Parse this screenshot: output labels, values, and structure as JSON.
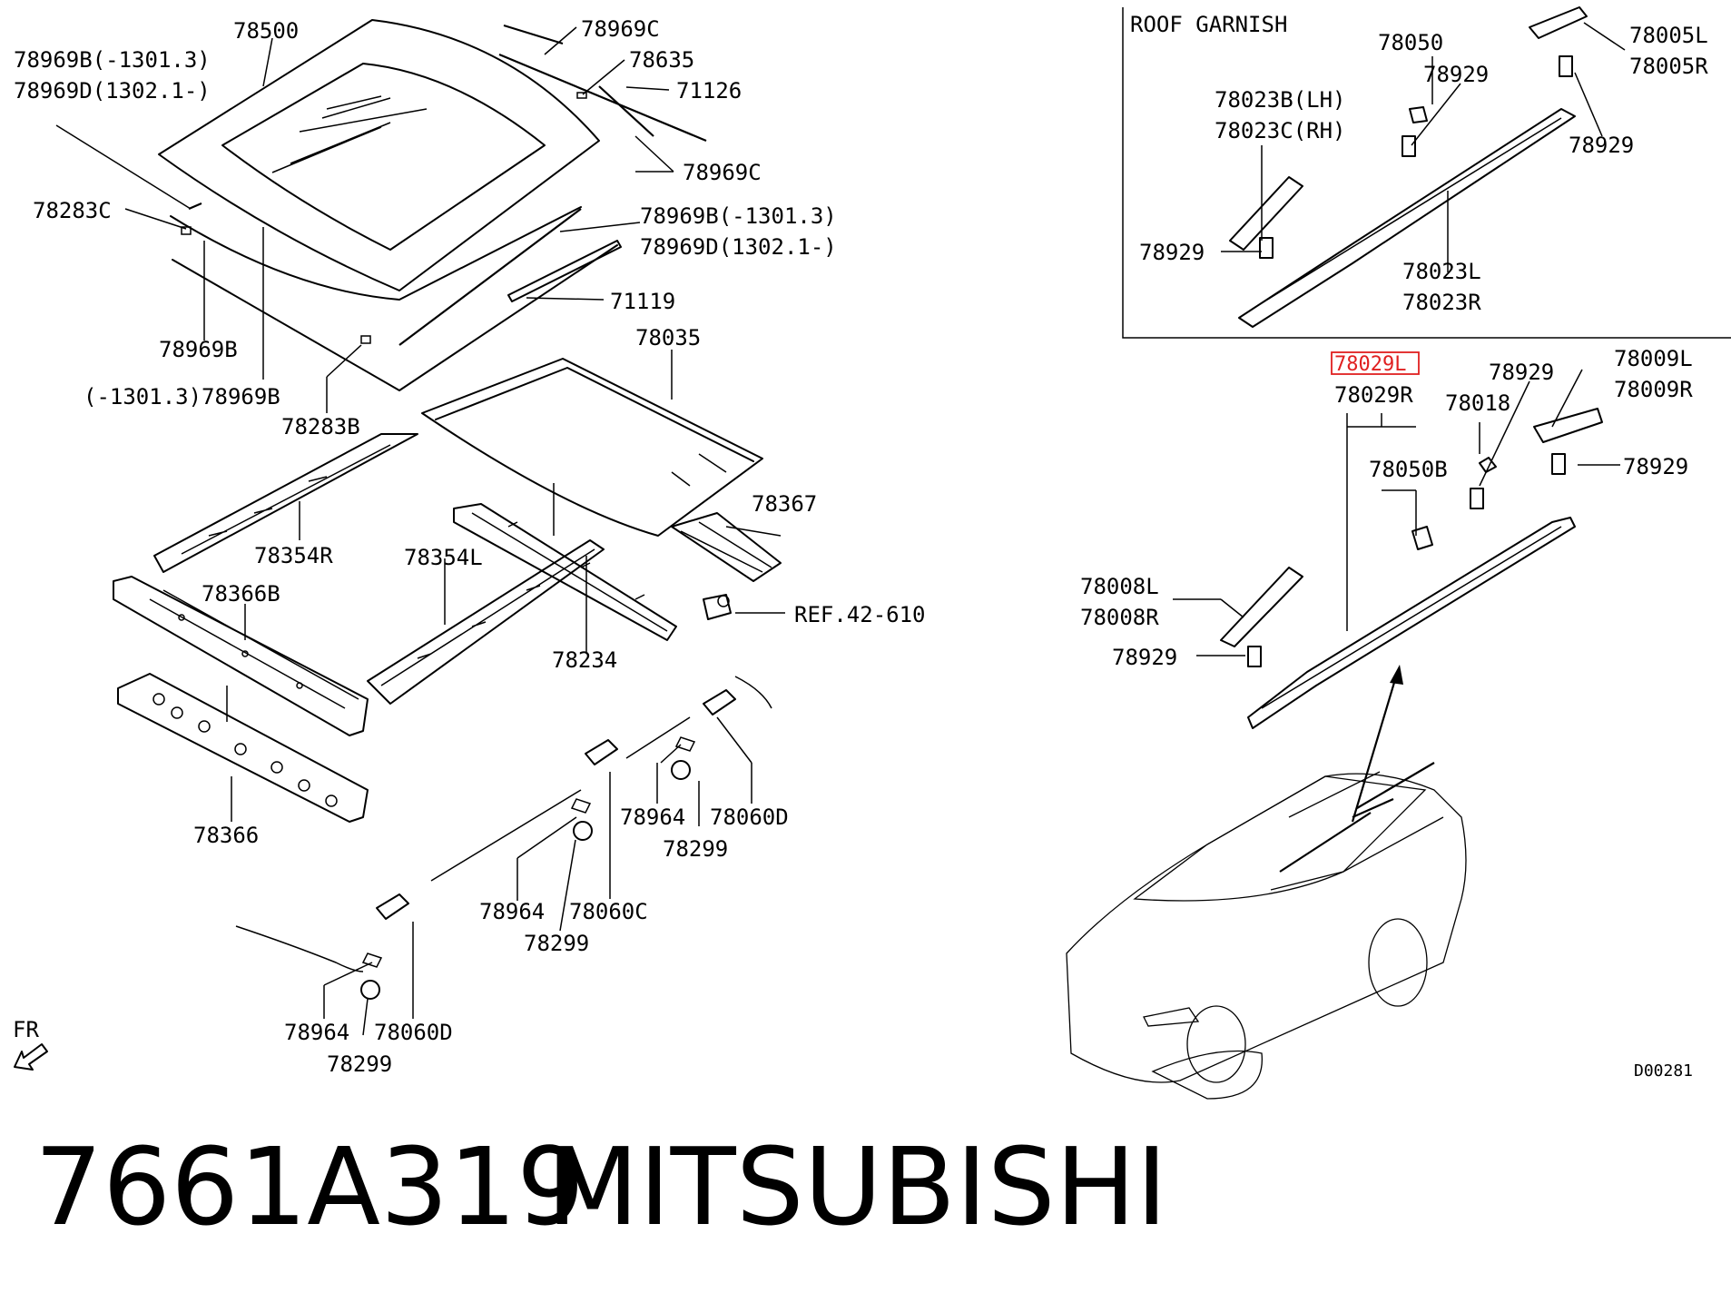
{
  "diagram": {
    "inset_title": "ROOF GARNISH",
    "drawing_code": "D00281",
    "direction_label": "FR",
    "highlight_color": "#e02020",
    "callouts": {
      "c78500": "78500",
      "c78969c_top": "78969C",
      "c78635": "78635",
      "c71126": "71126",
      "c78969c_mid": "78969C",
      "c78969b_a": "78969B(-1301.3)",
      "c78969d_a": "78969D(1302.1-)",
      "c78283c": "78283C",
      "c78969b_b": "78969B(-1301.3)",
      "c78969d_b": "78969D(1302.1-)",
      "c71119": "71119",
      "c78969b_c": "78969B",
      "c1301_78969b": "(-1301.3)78969B",
      "c78283b": "78283B",
      "c78035": "78035",
      "c78354r": "78354R",
      "c78367": "78367",
      "c78366b": "78366B",
      "c78354l": "78354L",
      "c78234": "78234",
      "cref": "REF.42-610",
      "c78366": "78366",
      "c78964_a": "78964",
      "c78060d_a": "78060D",
      "c78299_a": "78299",
      "c78964_b": "78964",
      "c78060c": "78060C",
      "c78299_b": "78299",
      "c78964_c": "78964",
      "c78060d_b": "78060D",
      "c78299_c": "78299",
      "c78050": "78050",
      "c78005l": "78005L",
      "c78005r": "78005R",
      "c78929_g1": "78929",
      "c78023b": "78023B(LH)",
      "c78023c": "78023C(RH)",
      "c78929_g2": "78929",
      "c78929_g3": "78929",
      "c78023l": "78023L",
      "c78023r": "78023R",
      "c78029l": "78029L",
      "c78029r": "78029R",
      "c78929_r1": "78929",
      "c78009l": "78009L",
      "c78009r": "78009R",
      "c78018": "78018",
      "c78050b": "78050B",
      "c78929_r2": "78929",
      "c78008l": "78008L",
      "c78008r": "78008R",
      "c78929_r3": "78929"
    }
  },
  "footer": {
    "part_number": "7661A319",
    "brand": "MITSUBISHI"
  }
}
